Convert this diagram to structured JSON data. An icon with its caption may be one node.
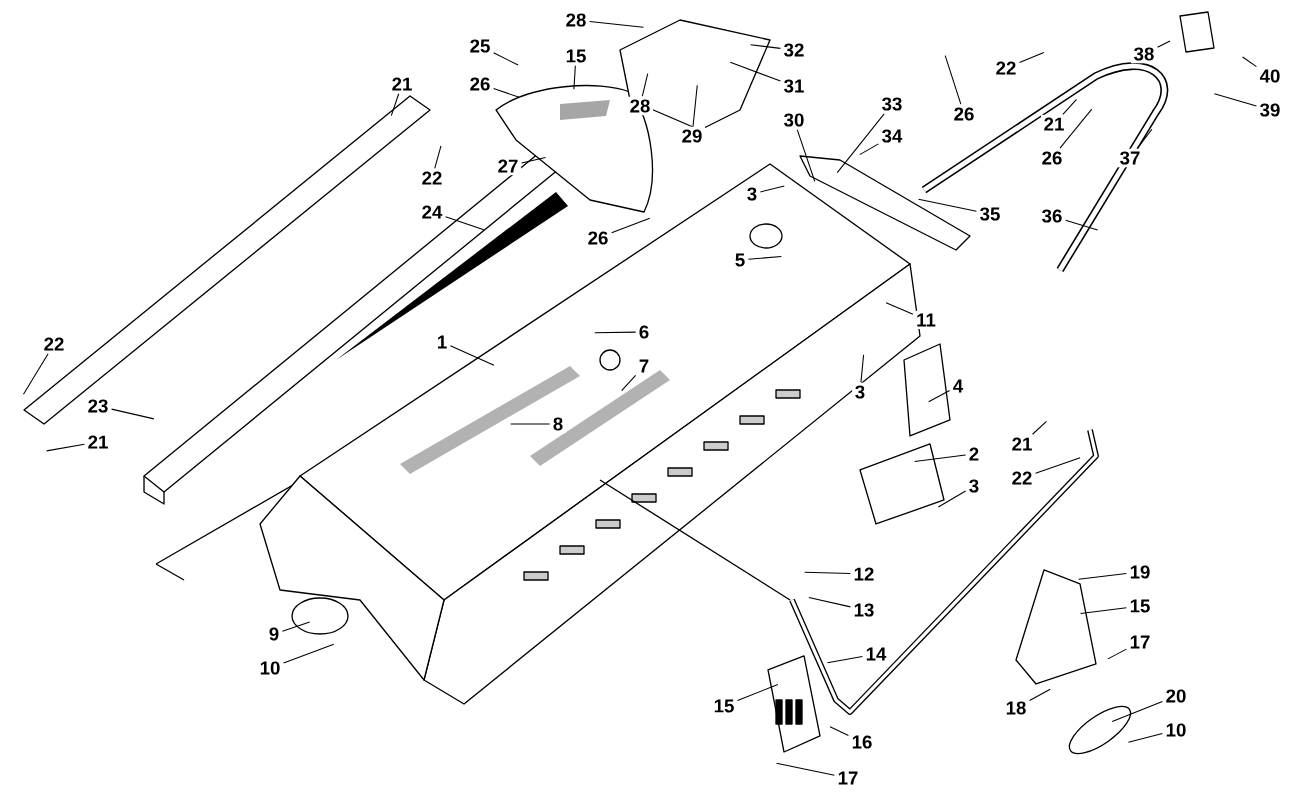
{
  "diagram": {
    "nodes": [
      {
        "text": [
          "28"
        ]
      },
      {
        "text": [
          "25"
        ]
      },
      {
        "text": [
          "32"
        ]
      },
      {
        "text": [
          "38"
        ]
      },
      {
        "text": [
          "15"
        ]
      },
      {
        "text": [
          "22"
        ]
      },
      {
        "text": [
          "40"
        ]
      },
      {
        "text": [
          "21"
        ]
      },
      {
        "text": [
          "26"
        ]
      },
      {
        "text": [
          "31"
        ]
      },
      {
        "text": [
          "33"
        ]
      },
      {
        "text": [
          "28"
        ]
      },
      {
        "text": [
          "21"
        ]
      },
      {
        "text": [
          "39"
        ]
      },
      {
        "text": [
          "26"
        ]
      },
      {
        "text": [
          "30"
        ]
      },
      {
        "text": [
          "29"
        ]
      },
      {
        "text": [
          "34"
        ]
      },
      {
        "text": [
          "26"
        ]
      },
      {
        "text": [
          "37"
        ]
      },
      {
        "text": [
          "27"
        ]
      },
      {
        "text": [
          "22"
        ]
      },
      {
        "text": [
          "3"
        ]
      },
      {
        "text": [
          "35"
        ]
      },
      {
        "text": [
          "24"
        ]
      },
      {
        "text": [
          "36"
        ]
      },
      {
        "text": [
          "26"
        ]
      },
      {
        "text": [
          "5"
        ]
      },
      {
        "text": [
          "11"
        ]
      },
      {
        "text": [
          "6"
        ]
      },
      {
        "text": [
          "22"
        ]
      },
      {
        "text": [
          "1"
        ]
      },
      {
        "text": [
          "7"
        ]
      },
      {
        "text": [
          "4"
        ]
      },
      {
        "text": [
          "3"
        ]
      },
      {
        "text": [
          "23"
        ]
      },
      {
        "text": [
          "8"
        ]
      },
      {
        "text": [
          "21"
        ]
      },
      {
        "text": [
          "21"
        ]
      },
      {
        "text": [
          "2"
        ]
      },
      {
        "text": [
          "22"
        ]
      },
      {
        "text": [
          "3"
        ]
      },
      {
        "text": [
          "12"
        ]
      },
      {
        "text": [
          "19"
        ]
      },
      {
        "text": [
          "13"
        ]
      },
      {
        "text": [
          "9"
        ]
      },
      {
        "text": [
          "15"
        ]
      },
      {
        "text": [
          "14"
        ]
      },
      {
        "text": [
          "17"
        ]
      },
      {
        "text": [
          "10"
        ]
      },
      {
        "text": [
          "20"
        ]
      },
      {
        "text": [
          "15"
        ]
      },
      {
        "text": [
          "18"
        ]
      },
      {
        "text": [
          "10"
        ]
      },
      {
        "text": [
          "16"
        ]
      },
      {
        "text": [
          "17"
        ]
      }
    ],
    "edges": [
      {
        "from": 0,
        "to": null,
        "arrow": "none"
      },
      {
        "from": 1,
        "to": null,
        "arrow": "none"
      },
      {
        "from": 2,
        "to": null,
        "arrow": "none"
      },
      {
        "from": 3,
        "to": null,
        "arrow": "none"
      },
      {
        "from": 4,
        "to": null,
        "arrow": "none"
      },
      {
        "from": 5,
        "to": null,
        "arrow": "none"
      },
      {
        "from": 6,
        "to": null,
        "arrow": "none"
      },
      {
        "from": 7,
        "to": null,
        "arrow": "none"
      },
      {
        "from": 8,
        "to": null,
        "arrow": "none"
      },
      {
        "from": 9,
        "to": null,
        "arrow": "none"
      },
      {
        "from": 10,
        "to": null,
        "arrow": "none"
      },
      {
        "from": 11,
        "to": null,
        "arrow": "none"
      },
      {
        "from": 12,
        "to": null,
        "arrow": "none"
      },
      {
        "from": 13,
        "to": null,
        "arrow": "none"
      },
      {
        "from": 14,
        "to": null,
        "arrow": "none"
      },
      {
        "from": 15,
        "to": null,
        "arrow": "none"
      },
      {
        "from": 16,
        "to": null,
        "arrow": "none"
      },
      {
        "from": 17,
        "to": null,
        "arrow": "none"
      },
      {
        "from": 18,
        "to": null,
        "arrow": "none"
      },
      {
        "from": 19,
        "to": null,
        "arrow": "none"
      },
      {
        "from": 20,
        "to": null,
        "arrow": "none"
      },
      {
        "from": 21,
        "to": null,
        "arrow": "none"
      },
      {
        "from": 22,
        "to": null,
        "arrow": "none"
      },
      {
        "from": 23,
        "to": null,
        "arrow": "none"
      },
      {
        "from": 24,
        "to": null,
        "arrow": "none"
      },
      {
        "from": 25,
        "to": null,
        "arrow": "none"
      },
      {
        "from": 26,
        "to": null,
        "arrow": "none"
      },
      {
        "from": 27,
        "to": null,
        "arrow": "none"
      },
      {
        "from": 28,
        "to": null,
        "arrow": "none"
      },
      {
        "from": 29,
        "to": null,
        "arrow": "none"
      },
      {
        "from": 30,
        "to": null,
        "arrow": "none"
      },
      {
        "from": 31,
        "to": null,
        "arrow": "none"
      },
      {
        "from": 32,
        "to": null,
        "arrow": "none"
      },
      {
        "from": 33,
        "to": null,
        "arrow": "none"
      },
      {
        "from": 34,
        "to": null,
        "arrow": "none"
      },
      {
        "from": 35,
        "to": null,
        "arrow": "none"
      },
      {
        "from": 36,
        "to": null,
        "arrow": "none"
      },
      {
        "from": 37,
        "to": null,
        "arrow": "none"
      },
      {
        "from": 38,
        "to": null,
        "arrow": "none"
      },
      {
        "from": 39,
        "to": null,
        "arrow": "none"
      },
      {
        "from": 40,
        "to": null,
        "arrow": "none"
      },
      {
        "from": 41,
        "to": null,
        "arrow": "none"
      },
      {
        "from": 42,
        "to": null,
        "arrow": "none"
      },
      {
        "from": 43,
        "to": null,
        "arrow": "none"
      },
      {
        "from": 44,
        "to": null,
        "arrow": "none"
      },
      {
        "from": 45,
        "to": null,
        "arrow": "none"
      },
      {
        "from": 46,
        "to": null,
        "arrow": "none"
      },
      {
        "from": 47,
        "to": null,
        "arrow": "none"
      },
      {
        "from": 48,
        "to": null,
        "arrow": "none"
      },
      {
        "from": 49,
        "to": null,
        "arrow": "none"
      },
      {
        "from": 50,
        "to": null,
        "arrow": "none"
      },
      {
        "from": 51,
        "to": null,
        "arrow": "none"
      },
      {
        "from": 52,
        "to": null,
        "arrow": "none"
      },
      {
        "from": 53,
        "to": null,
        "arrow": "none"
      },
      {
        "from": 54,
        "to": null,
        "arrow": "none"
      },
      {
        "from": 55,
        "to": null,
        "arrow": "none"
      }
    ]
  }
}
